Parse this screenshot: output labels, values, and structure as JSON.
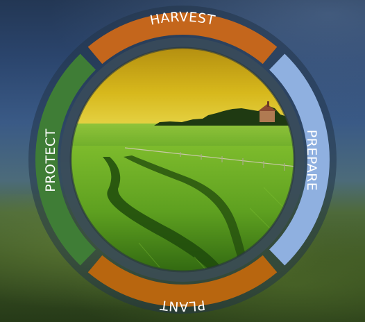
{
  "segments": [
    {
      "label": "HARVEST",
      "color": "#c4661c"
    },
    {
      "label": "PREPARE",
      "color": "#8fb0e0"
    },
    {
      "label": "PLANT",
      "color": "#b8660f"
    },
    {
      "label": "PROTECT",
      "color": "#3f7d36"
    }
  ]
}
